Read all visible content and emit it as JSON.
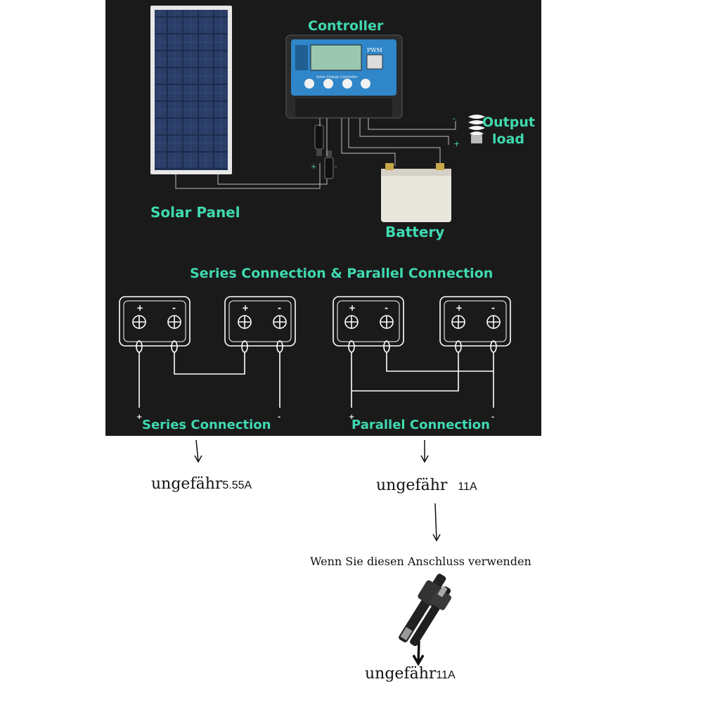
{
  "diagram": {
    "labels": {
      "controller": "Controller",
      "output_load": [
        "Output",
        "load"
      ],
      "solar_panel": "Solar Panel",
      "battery": "Battery",
      "section_title": "Series Connection & Parallel Connection",
      "series": "Series Connection",
      "parallel": "Parallel Connection"
    },
    "controller_badge": "PWM",
    "controller_subtitle": "Solar Charge Controller",
    "terminal_plus": "+",
    "terminal_minus": "-",
    "colors": {
      "label": "#3fd9b0",
      "background": "#1b1a1a",
      "wire": "#ffffff"
    }
  },
  "annotations": {
    "series_current": {
      "word": "ungefähr",
      "value": "5.55A"
    },
    "parallel_current": {
      "word": "ungefähr",
      "value": "11A"
    },
    "connector_note": "Wenn Sie diesen Anschluss verwenden",
    "connector_current": {
      "word": "ungefähr",
      "value": "11A"
    }
  }
}
